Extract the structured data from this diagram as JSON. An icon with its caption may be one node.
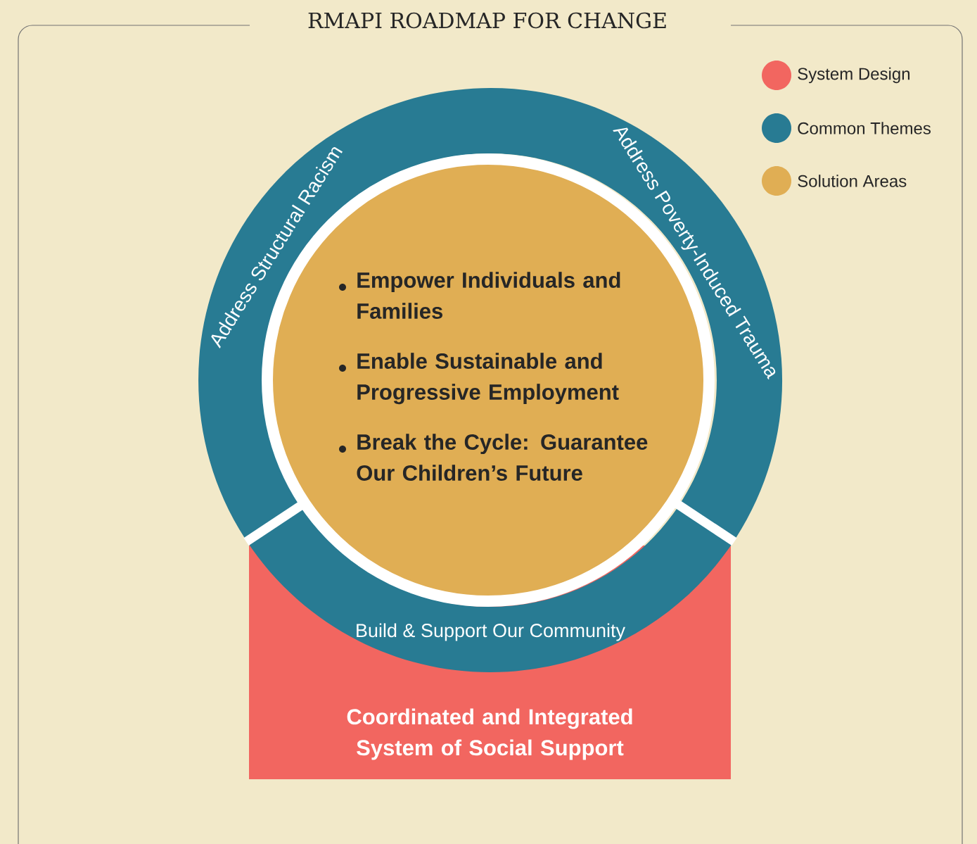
{
  "diagram": {
    "title": "RMAPI ROADMAP FOR CHANGE",
    "nodes": [
      {
        "text": [
          "Address Structural Racism",
          "Address Poverty-Induced Trauma"
        ]
      },
      {
        "text": [
          "Empower Individuals and Families",
          "Enable Sustainable and Progressive Employment",
          "Break the Cycle: Guarantee Our Children’s Future"
        ]
      },
      {
        "text": [
          "Build & Support Our Community"
        ]
      },
      {
        "text": [
          "Coordinated and Integrated System of Social Support"
        ]
      }
    ],
    "legend": [
      {
        "text": "System Design",
        "color": "#f26660"
      },
      {
        "text": "Common Themes",
        "color": "#287b93"
      },
      {
        "text": "Solution Areas",
        "color": "#e0ae54"
      }
    ]
  }
}
